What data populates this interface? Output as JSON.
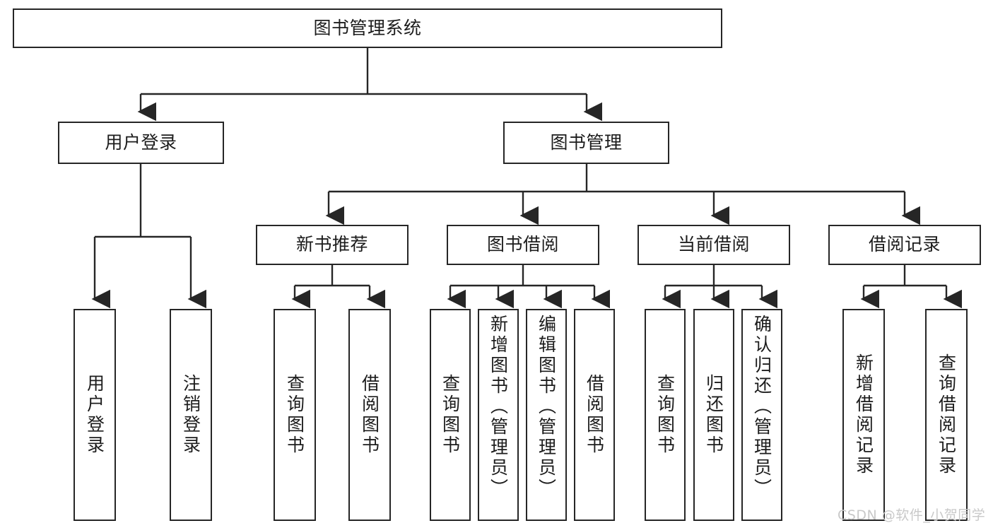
{
  "diagram": {
    "title": "图书管理系统",
    "type": "tree",
    "root": {
      "label": "图书管理系统"
    },
    "level2": [
      {
        "label": "用户登录"
      },
      {
        "label": "图书管理"
      }
    ],
    "level3": [
      {
        "label": "新书推荐"
      },
      {
        "label": "图书借阅"
      },
      {
        "label": "当前借阅"
      },
      {
        "label": "借阅记录"
      }
    ],
    "leaves": {
      "user_login": [
        {
          "label": "用户登录"
        },
        {
          "label": "注销登录"
        }
      ],
      "new_book_recommend": [
        {
          "label": "查询图书"
        },
        {
          "label": "借阅图书"
        }
      ],
      "book_borrow": [
        {
          "label": "查询图书"
        },
        {
          "label": "新增图书（管理员）"
        },
        {
          "label": "编辑图书（管理员）"
        },
        {
          "label": "借阅图书"
        }
      ],
      "current_borrow": [
        {
          "label": "查询图书"
        },
        {
          "label": "归还图书"
        },
        {
          "label": "确认归还（管理员）"
        }
      ],
      "borrow_record": [
        {
          "label": "新增借阅记录"
        },
        {
          "label": "查询借阅记录"
        }
      ]
    }
  },
  "watermark": {
    "text": "CSDN @软件_小贺同学"
  },
  "colors": {
    "stroke": "#262626",
    "background": "#ffffff",
    "text": "#1c1c1c",
    "watermark": "#c9c9c9"
  }
}
